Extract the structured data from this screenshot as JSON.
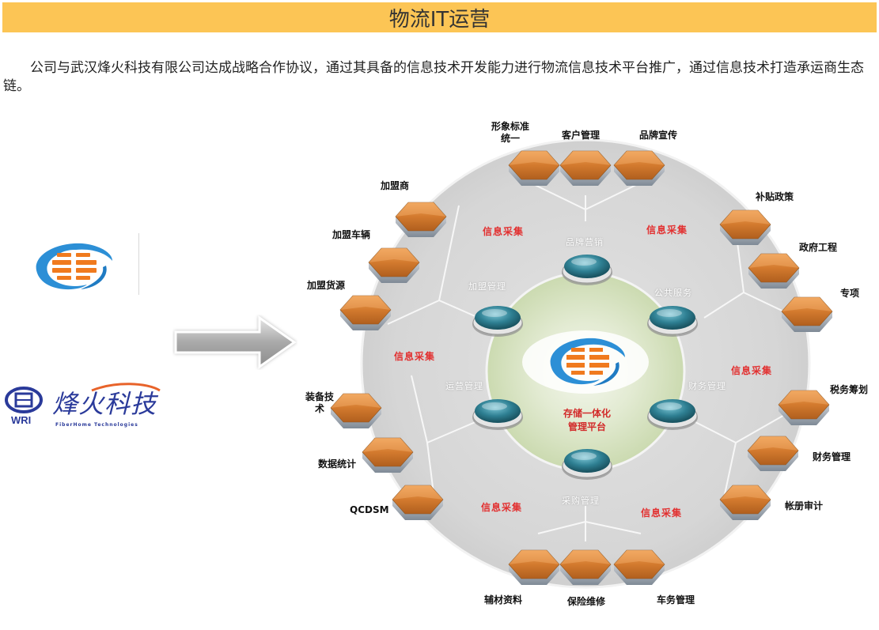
{
  "header": {
    "title": "物流IT运营",
    "background_color": "#fcc555"
  },
  "intro": {
    "text": "公司与武汉烽火科技有限公司达成战略合作协议，通过其具备的信息技术开发能力进行物流信息技术平台推广，通过信息技术打造承运商生态链。"
  },
  "left_panel": {
    "logo_icon": "company-globe-logo-icon",
    "arrow_icon": "right-arrow-icon",
    "partner_logo": {
      "badge_text": "WRI",
      "name_cn": "烽火科技",
      "name_en": "FiberHome Technologies"
    }
  },
  "diagram": {
    "center": {
      "title_line1": "存储一体化",
      "title_line2": "管理平台",
      "logo_icon": "company-globe-logo-icon"
    },
    "inner_nodes": [
      {
        "label": "品牌营销"
      },
      {
        "label": "公共服务"
      },
      {
        "label": "财务管理"
      },
      {
        "label": "采购管理"
      },
      {
        "label": "运营管理"
      },
      {
        "label": "加盟管理"
      }
    ],
    "sector_label": "信息采集",
    "outer_nodes": [
      {
        "label": "形象标准统一",
        "line1": "形象标准",
        "line2": "统一"
      },
      {
        "label": "客户管理"
      },
      {
        "label": "品牌宣传"
      },
      {
        "label": "补贴政策"
      },
      {
        "label": "政府工程"
      },
      {
        "label": "专项"
      },
      {
        "label": "税务筹划"
      },
      {
        "label": "财务管理"
      },
      {
        "label": "帐册审计"
      },
      {
        "label": "车务管理"
      },
      {
        "label": "保险维修"
      },
      {
        "label": "辅材资料"
      },
      {
        "label": "QCDSM"
      },
      {
        "label": "数据统计"
      },
      {
        "label": "装备技术",
        "line1": "装备技",
        "line2": "术"
      },
      {
        "label": "加盟货源"
      },
      {
        "label": "加盟车辆"
      },
      {
        "label": "加盟商"
      }
    ],
    "colors": {
      "disc": "#d9d9d9",
      "inner_disc": "#d6e2c0",
      "hex_node": "#d9843a",
      "round_node": "#2f7f90",
      "sector_text": "#e23030",
      "center_text": "#d22a2a"
    }
  }
}
